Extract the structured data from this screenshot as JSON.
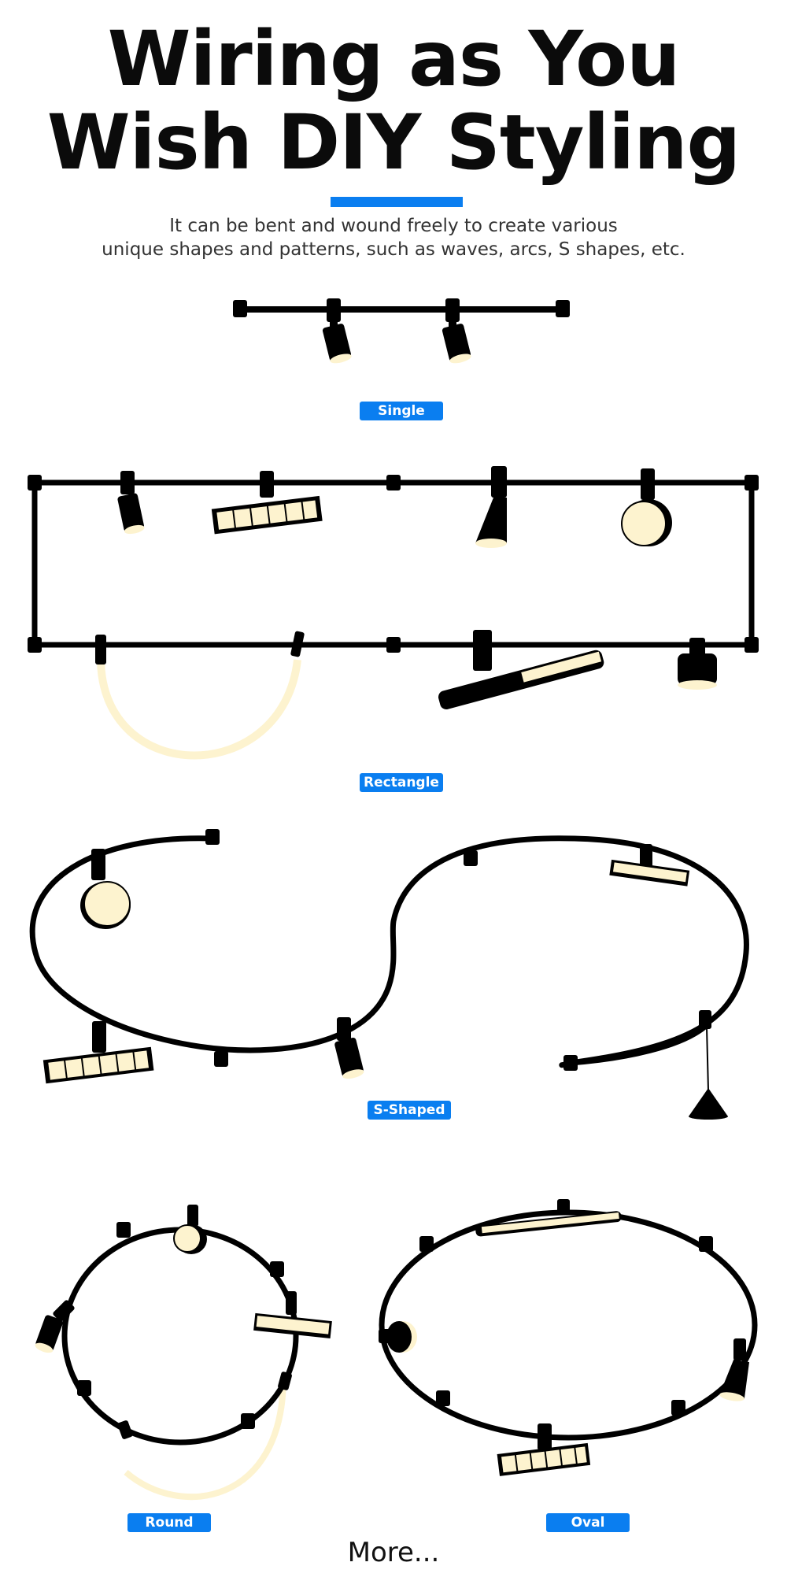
{
  "header": {
    "title_line1": "Wiring as You",
    "title_line2": "Wish DIY Styling",
    "subtitle_line1": "It can be bent and wound freely to create various",
    "subtitle_line2": "unique shapes and patterns, such as waves, arcs, S shapes, etc.",
    "accent_color": "#0a7ef0"
  },
  "layouts": [
    {
      "label": "Single"
    },
    {
      "label": "Rectangle"
    },
    {
      "label": "S-Shaped"
    },
    {
      "label": "Round"
    },
    {
      "label": "Oval"
    }
  ],
  "footer": {
    "more": "More..."
  },
  "colors": {
    "track": "#000000",
    "glow": "#fdf3cf"
  }
}
